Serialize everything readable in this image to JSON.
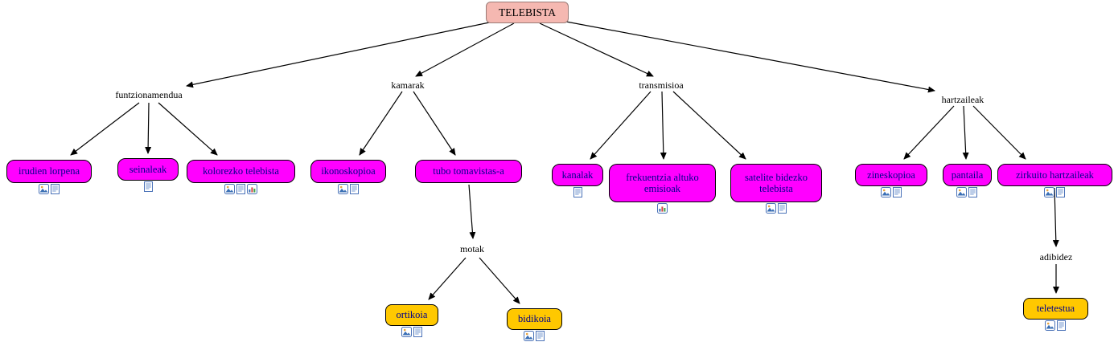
{
  "diagram": {
    "root": {
      "label": "TELEBISTA"
    },
    "colors": {
      "background": "#ffffff",
      "root_fill": "#f5b8b1",
      "concept_fill": "#ff00ff",
      "example_fill": "#ffc800",
      "label_color": "#00008b",
      "line_color": "#000000"
    },
    "branch_labels": [
      {
        "label": "funtzionamendua"
      },
      {
        "label": "kamarak"
      },
      {
        "label": "transmisioa"
      },
      {
        "label": "hartzaileak"
      },
      {
        "label": "motak"
      },
      {
        "label": "adibidez"
      }
    ],
    "nodes": [
      {
        "label": "irudien lorpena",
        "icons": [
          "image-resource-icon",
          "document-resource-icon"
        ]
      },
      {
        "label": "seinaleak",
        "icons": [
          "document-resource-icon"
        ]
      },
      {
        "label": "kolorezko telebista",
        "icons": [
          "image-resource-icon",
          "document-resource-icon",
          "chart-resource-icon"
        ]
      },
      {
        "label": "ikonoskopioa",
        "icons": [
          "image-resource-icon",
          "document-resource-icon"
        ]
      },
      {
        "label": "tubo tomavistas-a",
        "icons": []
      },
      {
        "label": "kanalak",
        "icons": [
          "document-resource-icon"
        ]
      },
      {
        "label": "frekuentzia altuko emisioak",
        "icons": [
          "chart-resource-icon"
        ]
      },
      {
        "label": "satelite bidezko telebista",
        "icons": [
          "image-resource-icon",
          "document-resource-icon"
        ]
      },
      {
        "label": "zineskopioa",
        "icons": [
          "image-resource-icon",
          "document-resource-icon"
        ]
      },
      {
        "label": "pantaila",
        "icons": [
          "image-resource-icon",
          "document-resource-icon"
        ]
      },
      {
        "label": "zirkuito hartzaileak",
        "icons": [
          "image-resource-icon",
          "document-resource-icon"
        ]
      },
      {
        "label": "ortikoia",
        "icons": [
          "image-resource-icon",
          "document-resource-icon"
        ]
      },
      {
        "label": "bidikoia",
        "icons": [
          "image-resource-icon",
          "document-resource-icon"
        ]
      },
      {
        "label": "teletestua",
        "icons": [
          "image-resource-icon",
          "document-resource-icon"
        ]
      }
    ]
  }
}
